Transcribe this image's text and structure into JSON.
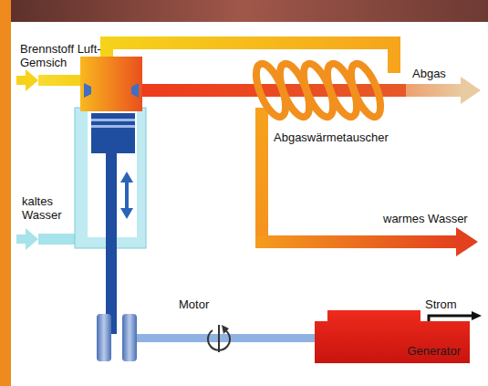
{
  "diagram": {
    "nodes": [
      {
        "text": [
          "Generator"
        ]
      }
    ],
    "labels": [
      "Brennstoff Luft-Gemsich",
      "kaltes Wasser",
      "Abgas",
      "Abgaswärmetauscher",
      "warmes Wasser",
      "Motor",
      "Strom"
    ]
  }
}
